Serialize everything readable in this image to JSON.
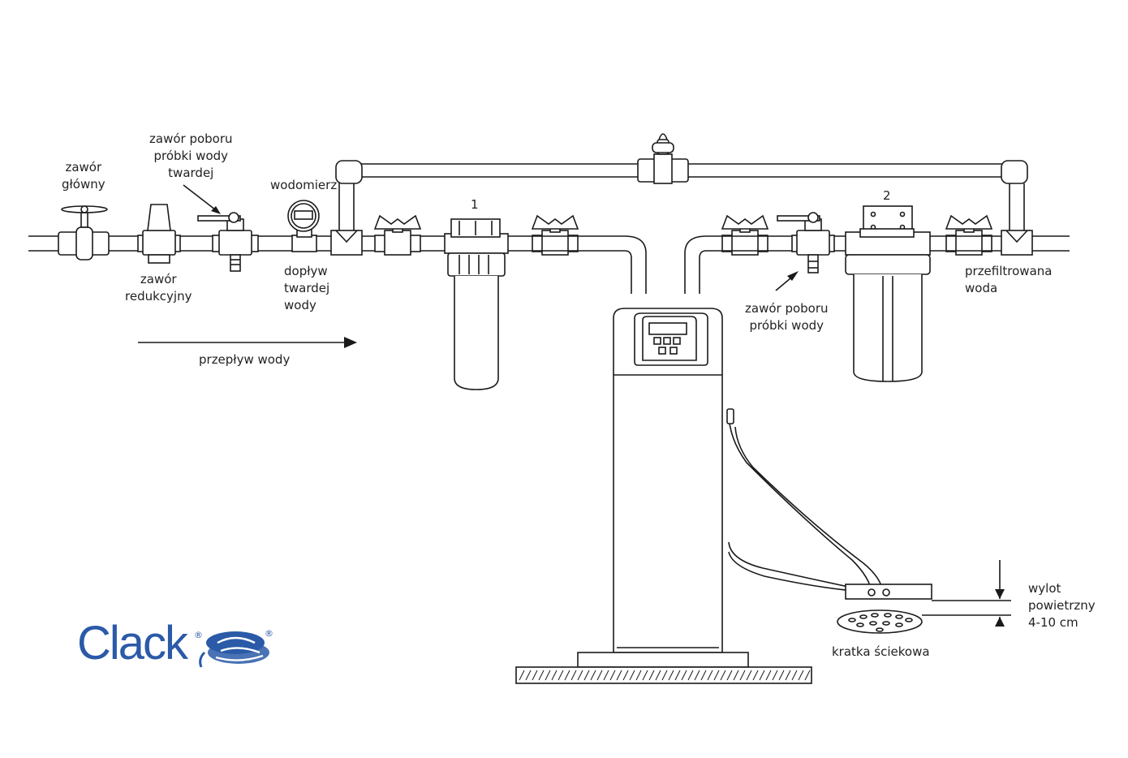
{
  "labels": {
    "main_valve": [
      "zawór",
      "główny"
    ],
    "sample_valve_hard": [
      "zawór poboru",
      "próbki wody",
      "twardej"
    ],
    "water_meter": "wodomierz",
    "reducing_valve": [
      "zawór",
      "redukcyjny"
    ],
    "hard_water_inlet": [
      "dopływ",
      "twardej",
      "wody"
    ],
    "water_flow": "przepływ wody",
    "filter1_number": "1",
    "filter2_number": "2",
    "sample_valve": [
      "zawór poboru",
      "próbki wody"
    ],
    "filtered_water": [
      "przefiltrowana",
      "woda"
    ],
    "air_gap": [
      "wylot",
      "powietrzny",
      "4-10 cm"
    ],
    "floor_drain": "kratka ściekowa"
  },
  "logo": {
    "text": "Clack",
    "registered": "®"
  },
  "colors": {
    "line": "#1a1a1a",
    "brand": "#2a5aa8"
  }
}
